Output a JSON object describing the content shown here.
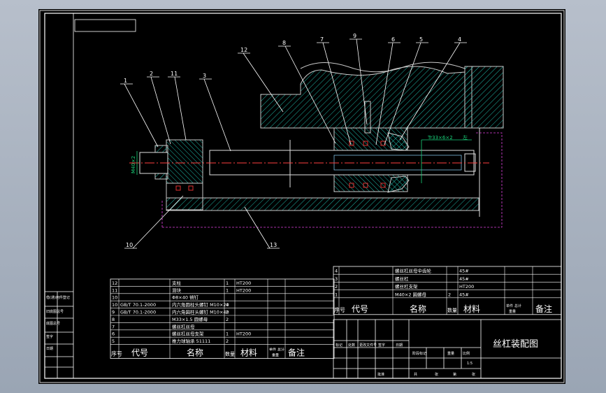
{
  "drawing_title": "丝杠装配图",
  "callouts": [
    "1",
    "2",
    "11",
    "3",
    "12",
    "8",
    "7",
    "9",
    "6",
    "5",
    "4",
    "10",
    "13"
  ],
  "dims": {
    "left_thread": "M40×2",
    "right_thread": "Tr33×6×2",
    "right_thread_note": "左"
  },
  "bom_right": {
    "rows": [
      {
        "no": "4",
        "code": "",
        "name": "螺丝杠丝母伞齿轮",
        "qty": "",
        "material": "45#"
      },
      {
        "no": "3",
        "code": "",
        "name": "螺丝杠",
        "qty": "",
        "material": "45#"
      },
      {
        "no": "2",
        "code": "",
        "name": "螺丝杠支架",
        "qty": "",
        "material": "HT200"
      },
      {
        "no": "1",
        "code": "",
        "name": "M40×2 圆螺母",
        "qty": "2",
        "material": "45#"
      }
    ],
    "header": {
      "no": "序号",
      "code": "代号",
      "name": "名称",
      "qty": "数量",
      "material": "材料",
      "w1": "单件",
      "w2": "总计",
      "w3": "重量",
      "remark": "备注"
    }
  },
  "bom_left": {
    "rows": [
      {
        "no": "12",
        "code": "",
        "name": "支柱",
        "qty": "1",
        "material": "HT200"
      },
      {
        "no": "11",
        "code": "",
        "name": "滑块",
        "qty": "1",
        "material": "HT200"
      },
      {
        "no": "10",
        "code": "",
        "name": "Φ8×40 销钉",
        "qty": "",
        "material": ""
      },
      {
        "no": "10",
        "code": "GB/T 70.1-2000",
        "name": "内六角圆柱头螺钉 M10×20",
        "qty": "4",
        "material": ""
      },
      {
        "no": "9",
        "code": "GB/T 70.1-2000",
        "name": "内六角圆柱头螺钉 M10×40",
        "qty": "2",
        "material": ""
      },
      {
        "no": "8",
        "code": "",
        "name": "M33×1.5 圆螺母",
        "qty": "2",
        "material": ""
      },
      {
        "no": "7",
        "code": "",
        "name": "螺丝杠丝母",
        "qty": "",
        "material": ""
      },
      {
        "no": "6",
        "code": "",
        "name": "螺丝杠丝母支架",
        "qty": "1",
        "material": "HT200"
      },
      {
        "no": "5",
        "code": "",
        "name": "推力球轴承 51111",
        "qty": "2",
        "material": ""
      }
    ],
    "header": {
      "no": "序号",
      "code": "代号",
      "name": "名称",
      "qty": "数量",
      "material": "材料",
      "w1": "单件",
      "w2": "总计",
      "w3": "重量",
      "remark": "备注"
    }
  },
  "left_strip": [
    "借(通)用件登记",
    "",
    "旧底图总号",
    "",
    "底图总号",
    "",
    "签字",
    "",
    "日期"
  ],
  "title_block": {
    "labels": [
      "标记",
      "处数",
      "更改文件号",
      "签字",
      "日期"
    ],
    "stage": "阶段标记",
    "weight": "重量",
    "scale": "比例",
    "scale_val": "1:5",
    "sheet": "共",
    "sheet2": "张",
    "sheet3": "第",
    "sheet4": "张",
    "approve": "批准"
  }
}
